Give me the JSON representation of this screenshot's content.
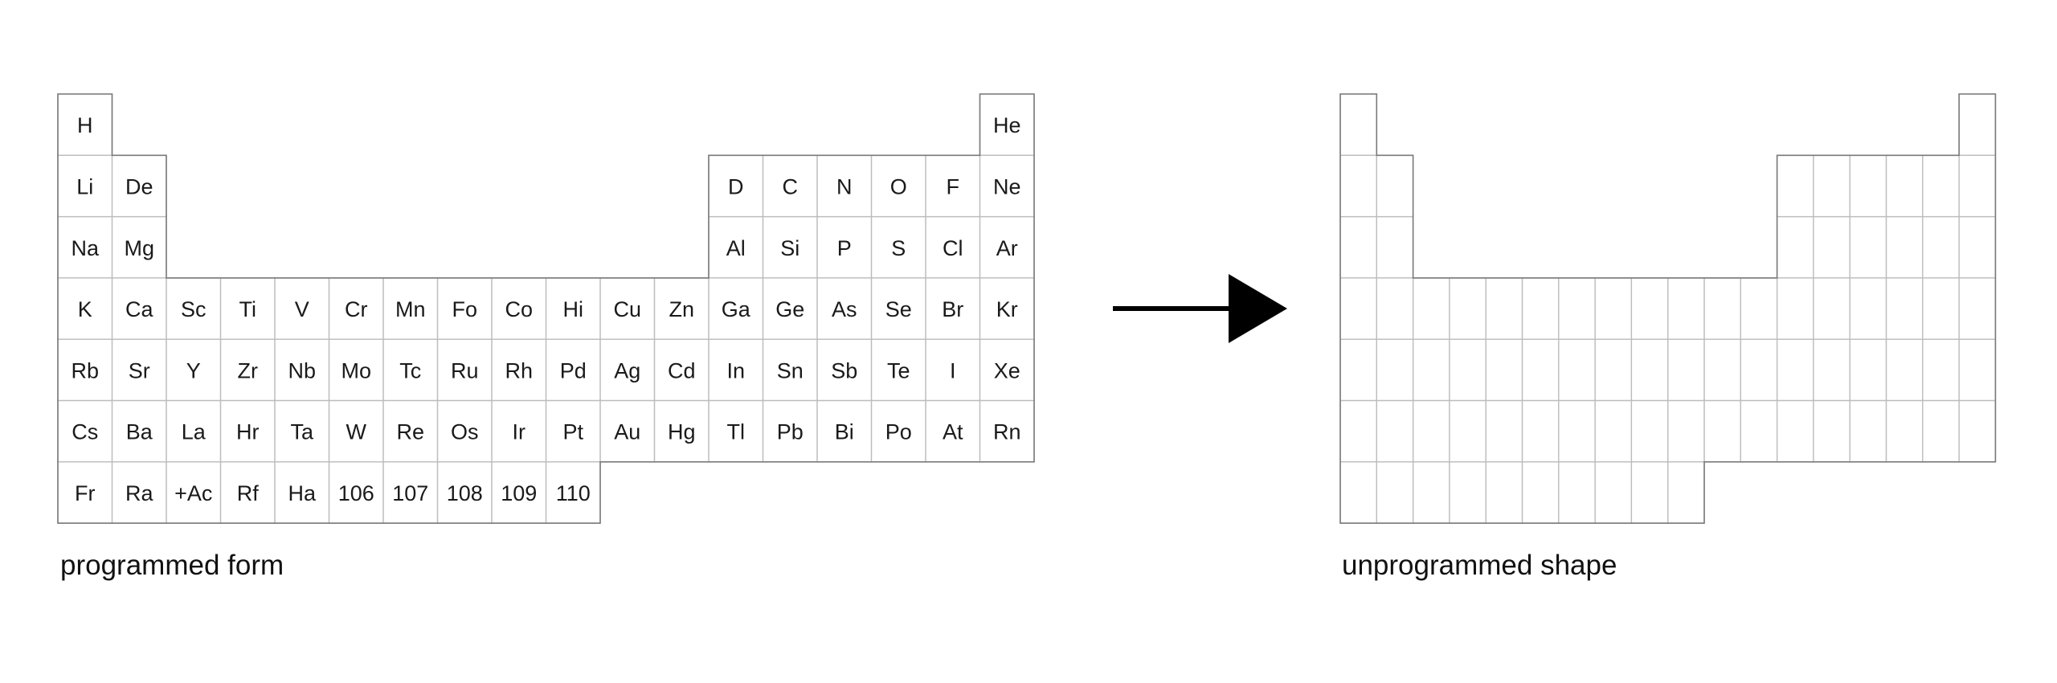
{
  "left_table": {
    "caption": "programmed form",
    "rows": [
      [
        "H",
        "",
        "",
        "",
        "",
        "",
        "",
        "",
        "",
        "",
        "",
        "",
        "",
        "",
        "",
        "",
        "",
        "He"
      ],
      [
        "Li",
        "De",
        "",
        "",
        "",
        "",
        "",
        "",
        "",
        "",
        "",
        "",
        "D",
        "C",
        "N",
        "O",
        "F",
        "Ne"
      ],
      [
        "Na",
        "Mg",
        "",
        "",
        "",
        "",
        "",
        "",
        "",
        "",
        "",
        "",
        "Al",
        "Si",
        "P",
        "S",
        "Cl",
        "Ar"
      ],
      [
        "K",
        "Ca",
        "Sc",
        "Ti",
        "V",
        "Cr",
        "Mn",
        "Fo",
        "Co",
        "Hi",
        "Cu",
        "Zn",
        "Ga",
        "Ge",
        "As",
        "Se",
        "Br",
        "Kr"
      ],
      [
        "Rb",
        "Sr",
        "Y",
        "Zr",
        "Nb",
        "Mo",
        "Tc",
        "Ru",
        "Rh",
        "Pd",
        "Ag",
        "Cd",
        "In",
        "Sn",
        "Sb",
        "Te",
        "I",
        "Xe"
      ],
      [
        "Cs",
        "Ba",
        "La",
        "Hr",
        "Ta",
        "W",
        "Re",
        "Os",
        "Ir",
        "Pt",
        "Au",
        "Hg",
        "Tl",
        "Pb",
        "Bi",
        "Po",
        "At",
        "Rn"
      ],
      [
        "Fr",
        "Ra",
        "+Ac",
        "Rf",
        "Ha",
        "106",
        "107",
        "108",
        "109",
        "110",
        "",
        "",
        "",
        "",
        "",
        "",
        "",
        ""
      ]
    ]
  },
  "right_table": {
    "caption": "unprogrammed shape"
  },
  "arrow": {
    "icon": "arrow-right-icon",
    "color": "#000000"
  }
}
